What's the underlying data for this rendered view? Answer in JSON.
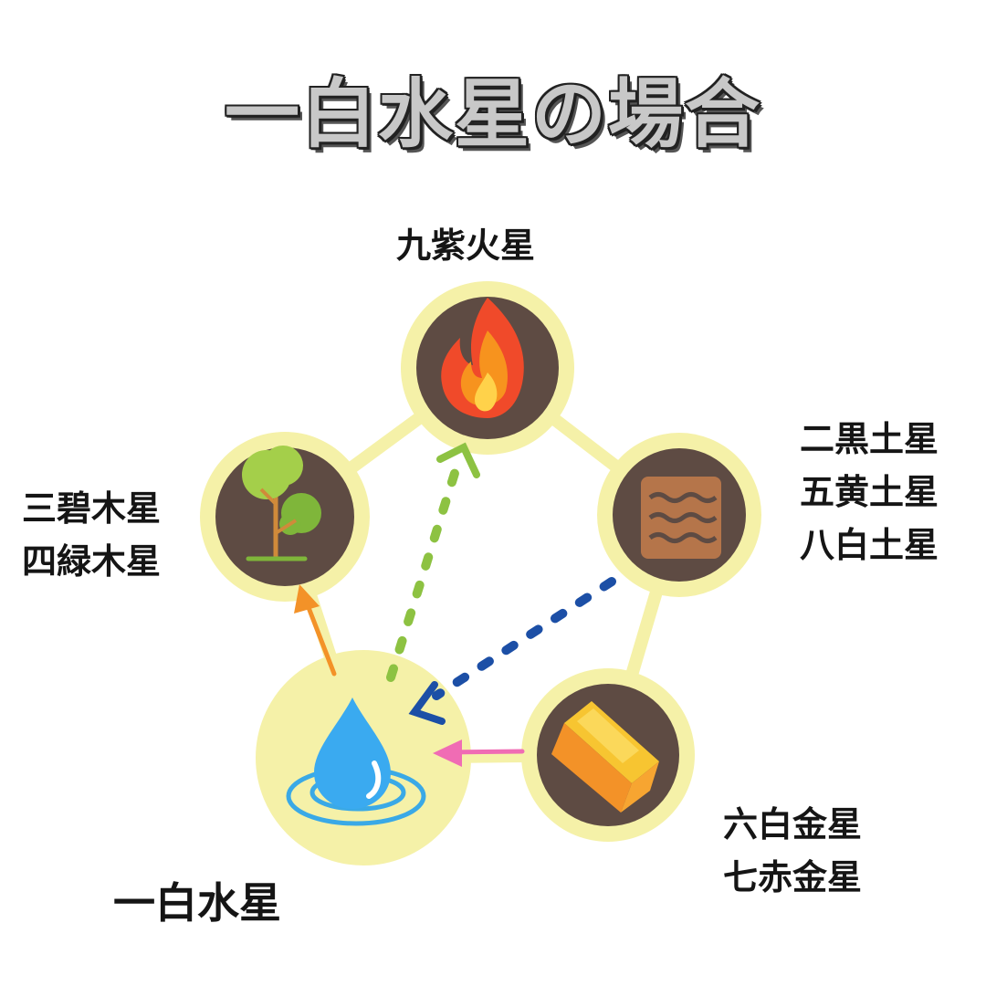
{
  "title": "一白水星の場合",
  "elements": {
    "fire": {
      "lines": [
        "九紫火星"
      ]
    },
    "earth": {
      "lines": [
        "二黒土星",
        "五黄土星",
        "八白土星"
      ]
    },
    "wood": {
      "lines": [
        "三碧木星",
        "四緑木星"
      ]
    },
    "metal": {
      "lines": [
        "六白金星",
        "七赤金星"
      ]
    },
    "water": {
      "lines": [
        "一白水星"
      ]
    }
  },
  "colors": {
    "ring": "#f5f1a8",
    "disc": "#5e4b43",
    "edge_generates": "#f39228",
    "edge_supports": "#f06cb4",
    "edge_controlled_by": "#1c4fa6",
    "edge_controls": "#8dc242"
  },
  "icons": {
    "fire": "flame-icon",
    "earth": "earth-tablet-icon",
    "wood": "tree-icon",
    "metal": "gold-bar-icon",
    "water": "water-drop-icon"
  }
}
